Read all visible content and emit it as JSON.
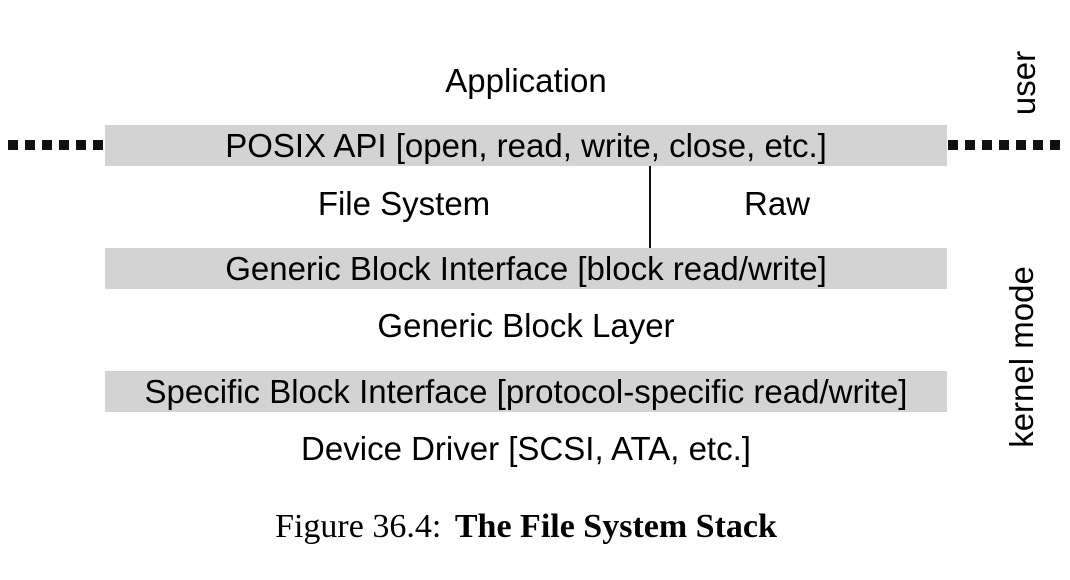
{
  "figure": {
    "labels": {
      "application": "Application",
      "posix_api": "POSIX API [open, read, write, close, etc.]",
      "file_system": "File System",
      "raw": "Raw",
      "generic_block_interface": "Generic Block Interface [block read/write]",
      "generic_block_layer": "Generic Block Layer",
      "specific_block_interface": "Specific Block Interface [protocol-specific read/write]",
      "device_driver": "Device Driver [SCSI, ATA, etc.]"
    },
    "side_labels": {
      "user_mode": "user",
      "kernel_mode": "kernel mode"
    },
    "caption": {
      "prefix": "Figure 36.4:",
      "title": "The File System Stack"
    },
    "colors": {
      "bar_background": "#d3d3d3",
      "text": "#000000",
      "line": "#111111",
      "page_background": "#ffffff"
    }
  }
}
